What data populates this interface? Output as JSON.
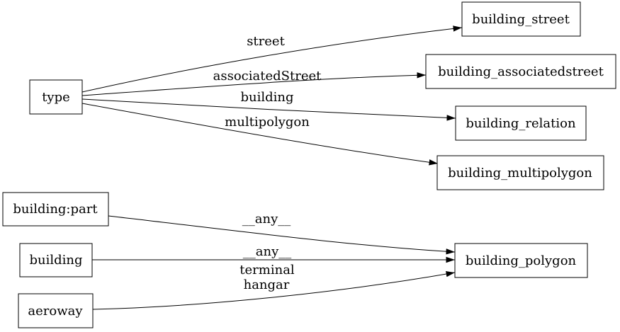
{
  "diagram": {
    "kind": "directed-graph",
    "nodes": [
      {
        "id": "type",
        "label": "type"
      },
      {
        "id": "building_street",
        "label": "building_street"
      },
      {
        "id": "building_associatedstreet",
        "label": "building_associatedstreet"
      },
      {
        "id": "building_relation",
        "label": "building_relation"
      },
      {
        "id": "building_multipolygon",
        "label": "building_multipolygon"
      },
      {
        "id": "building_part",
        "label": "building:part"
      },
      {
        "id": "building",
        "label": "building"
      },
      {
        "id": "aeroway",
        "label": "aeroway"
      },
      {
        "id": "building_polygon",
        "label": "building_polygon"
      }
    ],
    "edges": [
      {
        "from": "type",
        "to": "building_street",
        "label": "street"
      },
      {
        "from": "type",
        "to": "building_associatedstreet",
        "label": "associatedStreet"
      },
      {
        "from": "type",
        "to": "building_relation",
        "label": "building"
      },
      {
        "from": "type",
        "to": "building_multipolygon",
        "label": "multipolygon"
      },
      {
        "from": "building:part",
        "to": "building_polygon",
        "label": "__any__"
      },
      {
        "from": "building",
        "to": "building_polygon",
        "label": "__any__"
      },
      {
        "from": "aeroway",
        "to": "building_polygon",
        "labels": [
          "terminal",
          "hangar"
        ]
      }
    ],
    "colors": {
      "background": "#ffffff",
      "stroke": "#000000",
      "text": "#000000"
    }
  }
}
